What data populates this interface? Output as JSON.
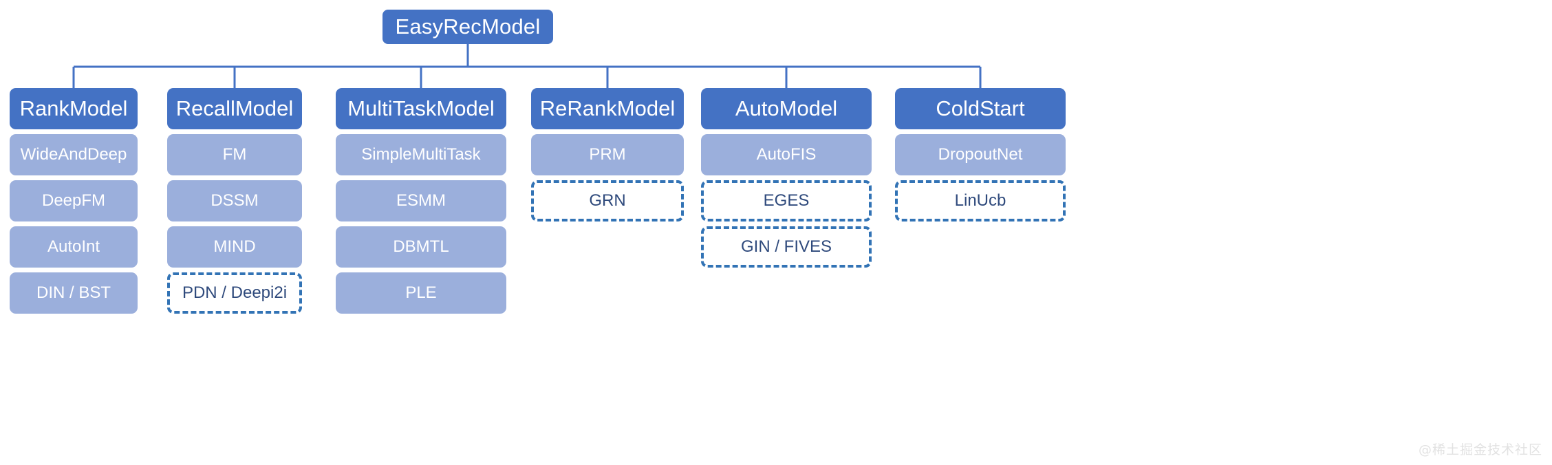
{
  "diagram": {
    "root": {
      "label": "EasyRecModel"
    },
    "legend": {
      "solid_style": "filled",
      "dashed_style": "dashed-outline"
    },
    "colors": {
      "root_fill": "#4472C4",
      "header_fill": "#4472C4",
      "node_fill": "#9BAFDC",
      "dashed_border": "#3273B5",
      "dashed_text": "#2F4A7C",
      "connector": "#4472C4",
      "node_text": "#FFFFFF"
    },
    "columns": [
      {
        "header": "RankModel",
        "children": [
          {
            "label": "WideAndDeep",
            "style": "solid"
          },
          {
            "label": "DeepFM",
            "style": "solid"
          },
          {
            "label": "AutoInt",
            "style": "solid"
          },
          {
            "label": "DIN / BST",
            "style": "solid"
          }
        ]
      },
      {
        "header": "RecallModel",
        "children": [
          {
            "label": "FM",
            "style": "solid"
          },
          {
            "label": "DSSM",
            "style": "solid"
          },
          {
            "label": "MIND",
            "style": "solid"
          },
          {
            "label": "PDN / Deepi2i",
            "style": "dashed"
          }
        ]
      },
      {
        "header": "MultiTaskModel",
        "children": [
          {
            "label": "SimpleMultiTask",
            "style": "solid"
          },
          {
            "label": "ESMM",
            "style": "solid"
          },
          {
            "label": "DBMTL",
            "style": "solid"
          },
          {
            "label": "PLE",
            "style": "solid"
          }
        ]
      },
      {
        "header": "ReRankModel",
        "children": [
          {
            "label": "PRM",
            "style": "solid"
          },
          {
            "label": "GRN",
            "style": "dashed"
          }
        ]
      },
      {
        "header": "AutoModel",
        "children": [
          {
            "label": "AutoFIS",
            "style": "solid"
          },
          {
            "label": "EGES",
            "style": "dashed"
          },
          {
            "label": "GIN / FIVES",
            "style": "dashed"
          }
        ]
      },
      {
        "header": "ColdStart",
        "children": [
          {
            "label": "DropoutNet",
            "style": "solid"
          },
          {
            "label": "LinUcb",
            "style": "dashed"
          }
        ]
      }
    ],
    "watermark": "@稀土掘金技术社区"
  }
}
